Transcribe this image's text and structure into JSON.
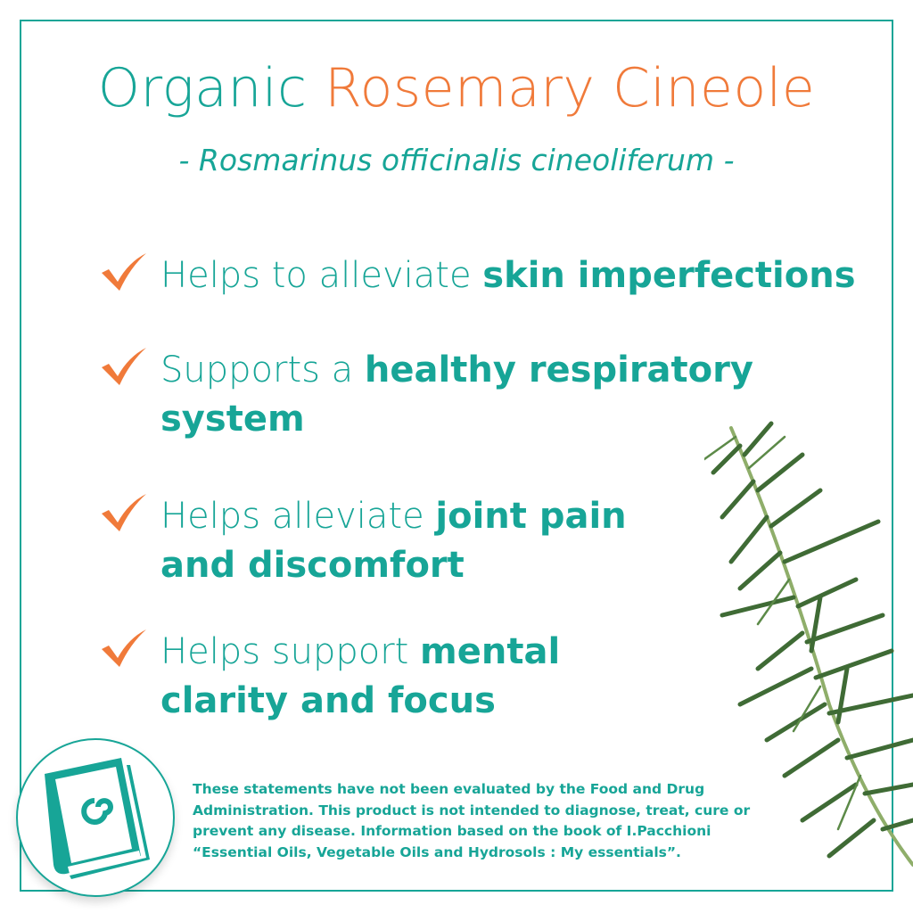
{
  "title": {
    "part1": "Organic",
    "part2": "Rosemary Cineole"
  },
  "subtitle": "- Rosmarinus officinalis cineoliferum -",
  "benefits": [
    {
      "normal": "Helps to alleviate ",
      "bold": "skin imperfections",
      "bold2": ""
    },
    {
      "normal": "Supports a ",
      "bold": "healthy respiratory",
      "bold2": "system"
    },
    {
      "normal": "Helps alleviate ",
      "bold": "joint pain",
      "bold2": "and discomfort"
    },
    {
      "normal": "Helps support ",
      "bold": "mental",
      "bold2": "clarity and focus"
    }
  ],
  "disclaimer": "These statements have not been evaluated by the Food and Drug Administration. This product is not intended to diagnose, treat, cure or prevent any disease. Information based on the book of I.Pacchioni “Essential Oils, Vegetable Oils and Hydrosols : My essentials”.",
  "colors": {
    "teal": "#17a597",
    "orange": "#f07a3a"
  },
  "icons": {
    "check": "check-icon",
    "book": "book-icon",
    "plant": "rosemary-sprig"
  }
}
